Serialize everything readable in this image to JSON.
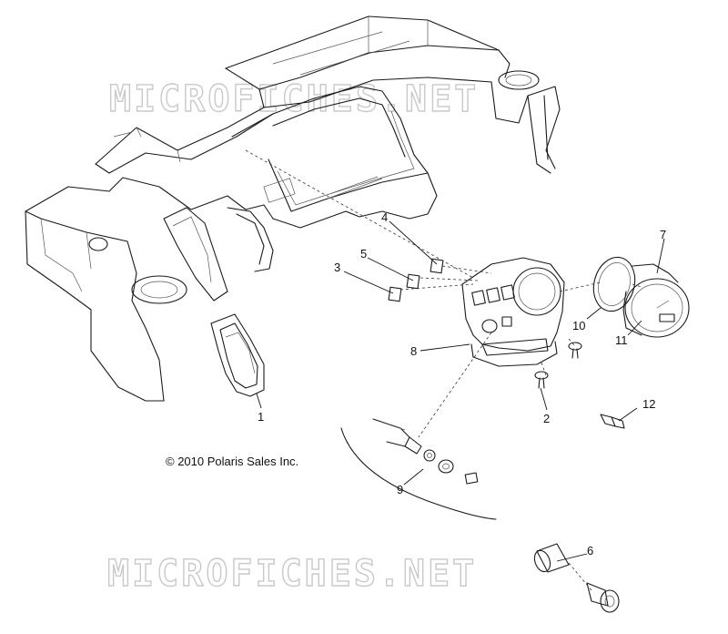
{
  "copyright": "© 2010 Polaris Sales Inc.",
  "watermark": "MICROFICHES.NET",
  "callouts": [
    {
      "id": "1",
      "label": "1"
    },
    {
      "id": "2",
      "label": "2"
    },
    {
      "id": "3",
      "label": "3"
    },
    {
      "id": "4",
      "label": "4"
    },
    {
      "id": "5",
      "label": "5"
    },
    {
      "id": "6",
      "label": "6"
    },
    {
      "id": "7",
      "label": "7"
    },
    {
      "id": "8",
      "label": "8"
    },
    {
      "id": "9",
      "label": "9"
    },
    {
      "id": "10",
      "label": "10"
    },
    {
      "id": "11",
      "label": "11"
    },
    {
      "id": "12",
      "label": "12"
    }
  ]
}
